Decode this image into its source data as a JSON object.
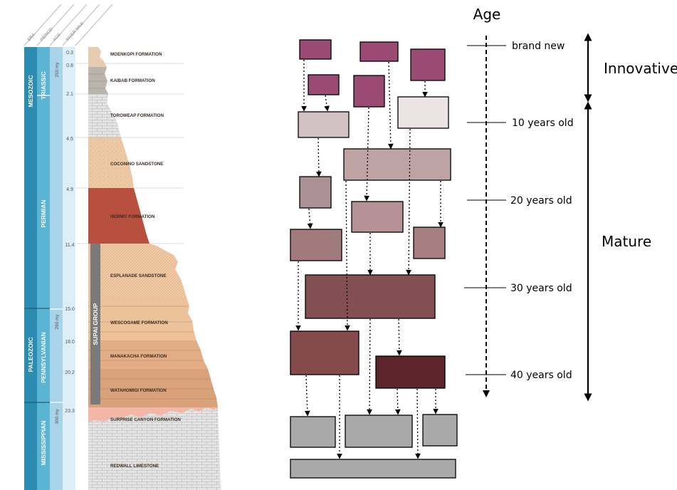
{
  "column_headers": [
    "ERA",
    "PERIOD",
    "AGE",
    "RIVER MILE"
  ],
  "eras": [
    "MESOZOIC",
    "PALEOZOIC"
  ],
  "periods": [
    "TRIASSIC",
    "PERMIAN",
    "PENNSYLVANIAN",
    "MISSISSIPPIAN"
  ],
  "ages": [
    "250 my",
    "290 my",
    "300 my"
  ],
  "river_miles": [
    "0.3",
    "0.8",
    "2.1",
    "4.5",
    "4.9",
    "11.4",
    "15.0",
    "18.0",
    "20.2",
    "23.3"
  ],
  "group_label": "SUPAI GROUP",
  "formations": [
    "MOENKOPI FORMATION",
    "KAIBAB FORMATION",
    "TOROWEAP FORMATION",
    "COCONINO SANDSTONE",
    "HERMIT FORMATION",
    "ESPLANADE SANDSTONE",
    "WESCOGAME FORMATION",
    "MANAKACHA FORMATION",
    "WATAHOMIGI FORMATION",
    "SURPRISE CANYON FORMATION",
    "REDWALL LIMESTONE"
  ],
  "age_axis": {
    "title": "Age",
    "markers": [
      "brand new",
      "10 years old",
      "20 years old",
      "30 years old",
      "40 years old"
    ]
  },
  "phases": [
    "Innovative",
    "Mature"
  ],
  "colors": {
    "era_band": "#2b8bb0",
    "period_band": "#5cb4d4",
    "age_band": "#a9d3e8",
    "mile_band": "#dceef7",
    "box_purple": "#9a4a72",
    "box_dark": "#5b2428",
    "box_gray": "#a9a9a9"
  }
}
